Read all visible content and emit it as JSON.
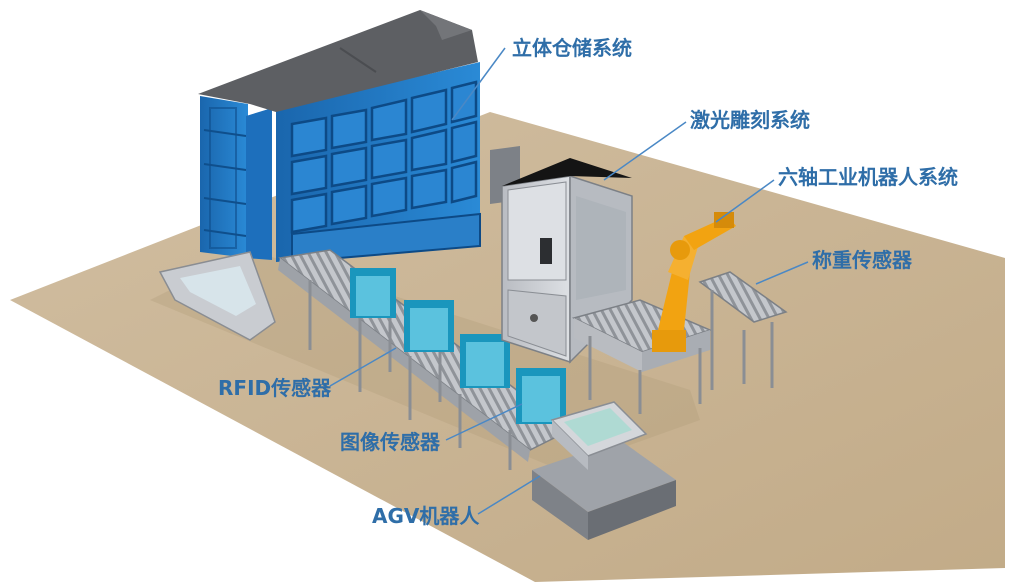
{
  "labels": {
    "storage": "立体仓储系统",
    "laser": "激光雕刻系统",
    "robot": "六轴工业机器人系统",
    "weight": "称重传感器",
    "rfid": "RFID传感器",
    "image": "图像传感器",
    "agv": "AGV机器人"
  },
  "colors": {
    "floor": "#c9b597",
    "rack_blue": "#1f78c8",
    "roof": "#5f6166",
    "cabinet": "#c9ccd1",
    "robot_orange": "#f2a311",
    "gate_cyan": "#1aa0c4",
    "label_text": "#2f6ea8",
    "leader_line": "#4a88c5"
  }
}
